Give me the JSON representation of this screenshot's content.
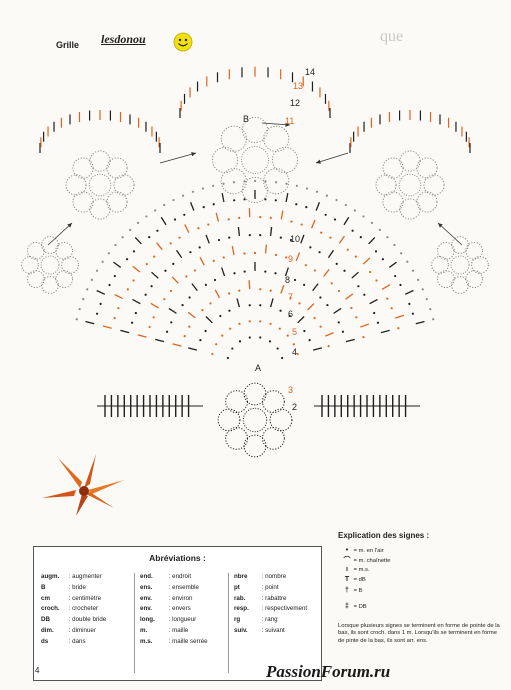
{
  "header": {
    "grille": "Grille",
    "author": "lesdonou",
    "bg_title_fragment": "que"
  },
  "diagram": {
    "row_labels": [
      "2",
      "3",
      "4",
      "5",
      "6",
      "7",
      "8",
      "9",
      "10",
      "11",
      "12",
      "13",
      "14"
    ],
    "marker_a": "A",
    "marker_b": "B"
  },
  "abbreviations": {
    "title": "Abréviations :",
    "columns": [
      [
        {
          "abbr": "augm.",
          "def": ": augmenter"
        },
        {
          "abbr": "B",
          "def": ": bride"
        },
        {
          "abbr": "cm",
          "def": ": centimètre"
        },
        {
          "abbr": "croch.",
          "def": ": crocheter"
        },
        {
          "abbr": "DB",
          "def": ": double bride"
        },
        {
          "abbr": "dim.",
          "def": ": diminuer"
        },
        {
          "abbr": "ds",
          "def": ": dans"
        }
      ],
      [
        {
          "abbr": "end.",
          "def": ": endroit"
        },
        {
          "abbr": "ens.",
          "def": ": ensemble"
        },
        {
          "abbr": "env.",
          "def": ": environ"
        },
        {
          "abbr": "env.",
          "def": ": envers"
        },
        {
          "abbr": "long.",
          "def": ": longueur"
        },
        {
          "abbr": "m.",
          "def": ": maille"
        },
        {
          "abbr": "m.s.",
          "def": ": maille serrée"
        }
      ],
      [
        {
          "abbr": "nbre",
          "def": ": nombre"
        },
        {
          "abbr": "pt",
          "def": ": point"
        },
        {
          "abbr": "rab.",
          "def": ": rabattre"
        },
        {
          "abbr": "resp.",
          "def": ": respectivement"
        },
        {
          "abbr": "rg",
          "def": ": rang"
        },
        {
          "abbr": "suiv.",
          "def": ": suivant"
        }
      ]
    ]
  },
  "legend": {
    "title": "Explication des signes :",
    "items": [
      {
        "symbol": "•",
        "text": "= m. en l'air"
      },
      {
        "symbol": "⌒",
        "text": "= m. chaînette"
      },
      {
        "symbol": "ı",
        "text": "= m.s."
      },
      {
        "symbol": "T",
        "text": "= dB"
      },
      {
        "symbol": "†",
        "text": "= B"
      },
      {
        "symbol": "‡",
        "text": "= DB"
      }
    ],
    "note": "Lorsque plusieurs signes se terminent en forme de pointe de la bas, ils sont croch. dans 1 m. Lorsqu'ils se terminent en forme de pinte de la bas, ils sont arr. ens."
  },
  "page_number": "4",
  "watermark": "PassionForum.ru",
  "colors": {
    "orange": "#e0641e",
    "dark": "#1f1f1f",
    "grey": "#8a8a8a",
    "smiley": "#f2e10f"
  }
}
